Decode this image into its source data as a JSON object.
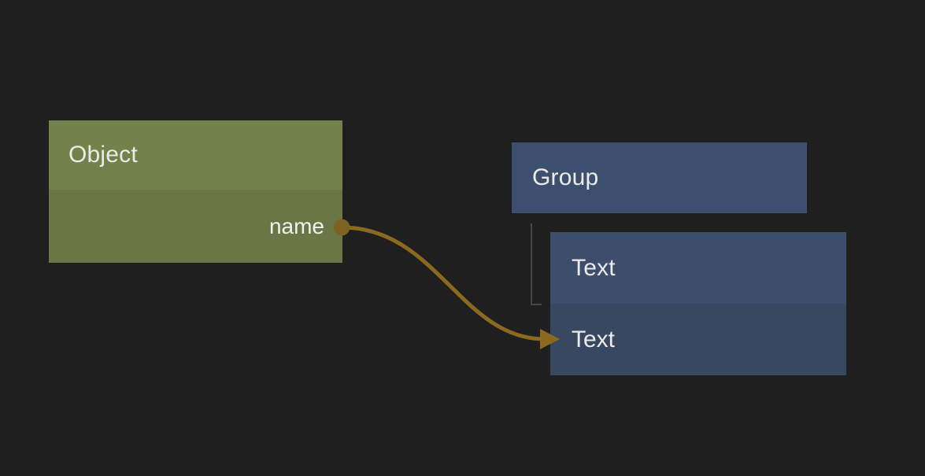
{
  "colors": {
    "background": "#1f1f1f",
    "object_header": "#72824a",
    "object_body": "#6b7647",
    "group_header": "#3d4f6e",
    "text_header": "#3d4e6c",
    "text_body": "#394861",
    "wire": "#8a6a1f",
    "port_dot": "#7d6322",
    "tree_connector": "#47474a",
    "title_text": "#ecebe8"
  },
  "nodes": {
    "object": {
      "title": "Object",
      "output_port": {
        "label": "name"
      }
    },
    "group": {
      "title": "Group"
    },
    "text": {
      "title": "Text",
      "row": {
        "label": "Text"
      }
    }
  },
  "connections": [
    {
      "from_node": "Object",
      "from_port": "name",
      "to_node": "Text",
      "to_row": "Text"
    }
  ],
  "hierarchy": [
    {
      "parent": "Group",
      "child": "Text"
    }
  ]
}
